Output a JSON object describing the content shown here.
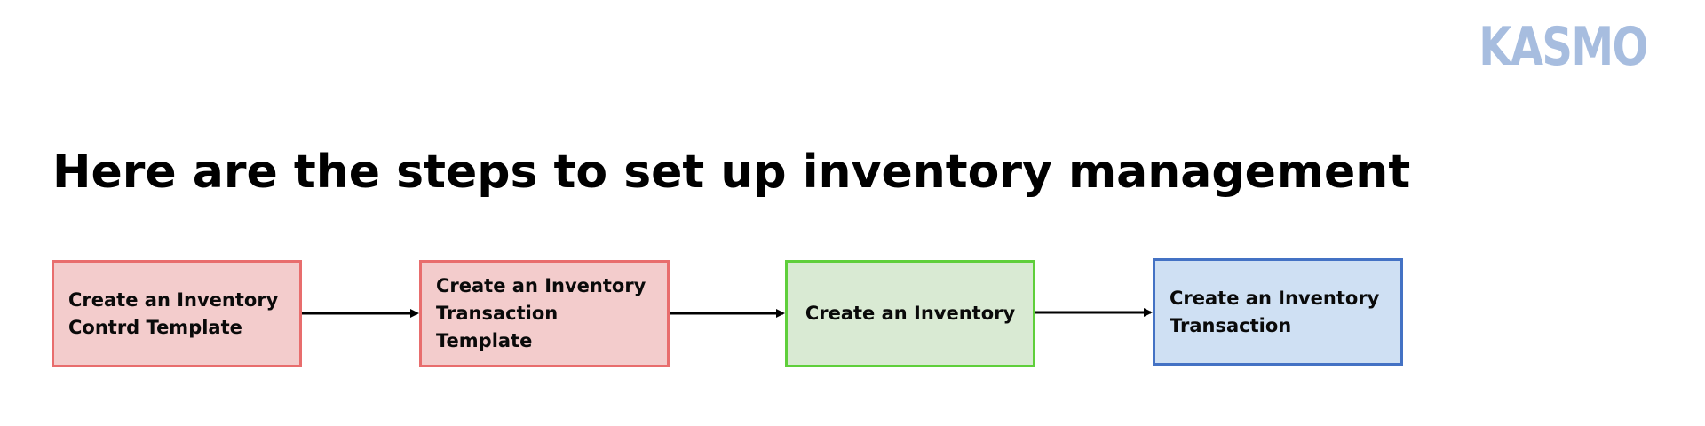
{
  "brand": {
    "logo_text": "KASMO",
    "logo_color": "#a7bddf"
  },
  "page": {
    "title": "Here are the steps to set up inventory management"
  },
  "steps": [
    {
      "label": "Create an Inventory\nContrd Template",
      "fill": "#f3cccc",
      "border": "#e86d6d"
    },
    {
      "label": "Create an Inventory\nTransaction Template",
      "fill": "#f3cccc",
      "border": "#e86d6d"
    },
    {
      "label": "Create an Inventory",
      "fill": "#d9ead3",
      "border": "#5fcf3b"
    },
    {
      "label": "Create an Inventory\nTransaction",
      "fill": "#cfe0f3",
      "border": "#4472c4"
    }
  ],
  "connectors": [
    {
      "from": 0,
      "to": 1
    },
    {
      "from": 1,
      "to": 2
    },
    {
      "from": 2,
      "to": 3
    }
  ]
}
